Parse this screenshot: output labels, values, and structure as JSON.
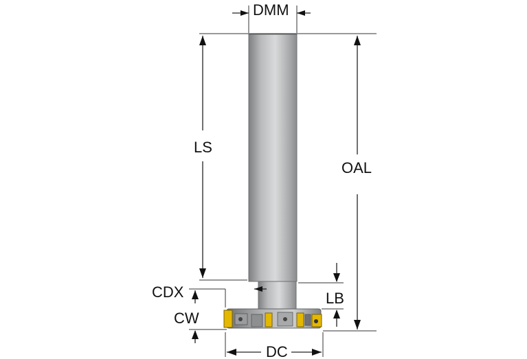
{
  "diagram": {
    "labels": {
      "dmm": "DMM",
      "ls": "LS",
      "oal": "OAL",
      "cdx": "CDX",
      "lb": "LB",
      "cw": "CW",
      "dc": "DC"
    },
    "colors": {
      "shank_dark": "#8a8c8e",
      "shank_light": "#d4d5d6",
      "insert": "#e4b800",
      "lines": "#222222"
    }
  }
}
